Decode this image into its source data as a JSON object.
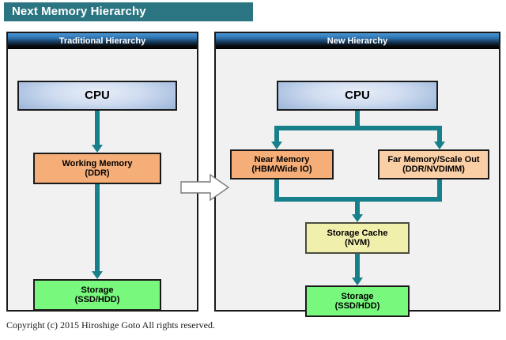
{
  "slide": {
    "title": "Next Memory Hierarchy",
    "title_bar_color": "#2b7582",
    "copyright": "Copyright (c) 2015 Hiroshige Goto All rights reserved."
  },
  "colors": {
    "connector_teal": "#17808a",
    "panel_background": "#f1f1f1",
    "panel_border": "#1a1a1a",
    "memory_dark": "#f5ae78",
    "memory_light": "#fbcfa6",
    "cache_yellow": "#f1efac",
    "storage_green": "#78f87d",
    "cpu_blue": "#a9c0e0"
  },
  "panels": [
    {
      "id": "traditional",
      "header": "Traditional Hierarchy",
      "nodes": [
        {
          "id": "cpu",
          "line1": "CPU",
          "line2": ""
        },
        {
          "id": "working-memory",
          "line1": "Working Memory",
          "line2": "(DDR)"
        },
        {
          "id": "storage",
          "line1": "Storage",
          "line2": "(SSD/HDD)"
        }
      ]
    },
    {
      "id": "new",
      "header": "New Hierarchy",
      "nodes": [
        {
          "id": "cpu",
          "line1": "CPU",
          "line2": ""
        },
        {
          "id": "near-memory",
          "line1": "Near Memory",
          "line2": "(HBM/Wide IO)"
        },
        {
          "id": "far-memory",
          "line1": "Far Memory/Scale Out",
          "line2": "(DDR/NVDIMM)"
        },
        {
          "id": "storage-cache",
          "line1": "Storage Cache",
          "line2": "(NVM)"
        },
        {
          "id": "storage",
          "line1": "Storage",
          "line2": "(SSD/HDD)"
        }
      ]
    }
  ],
  "transition": {
    "icon": "right-block-arrow"
  }
}
